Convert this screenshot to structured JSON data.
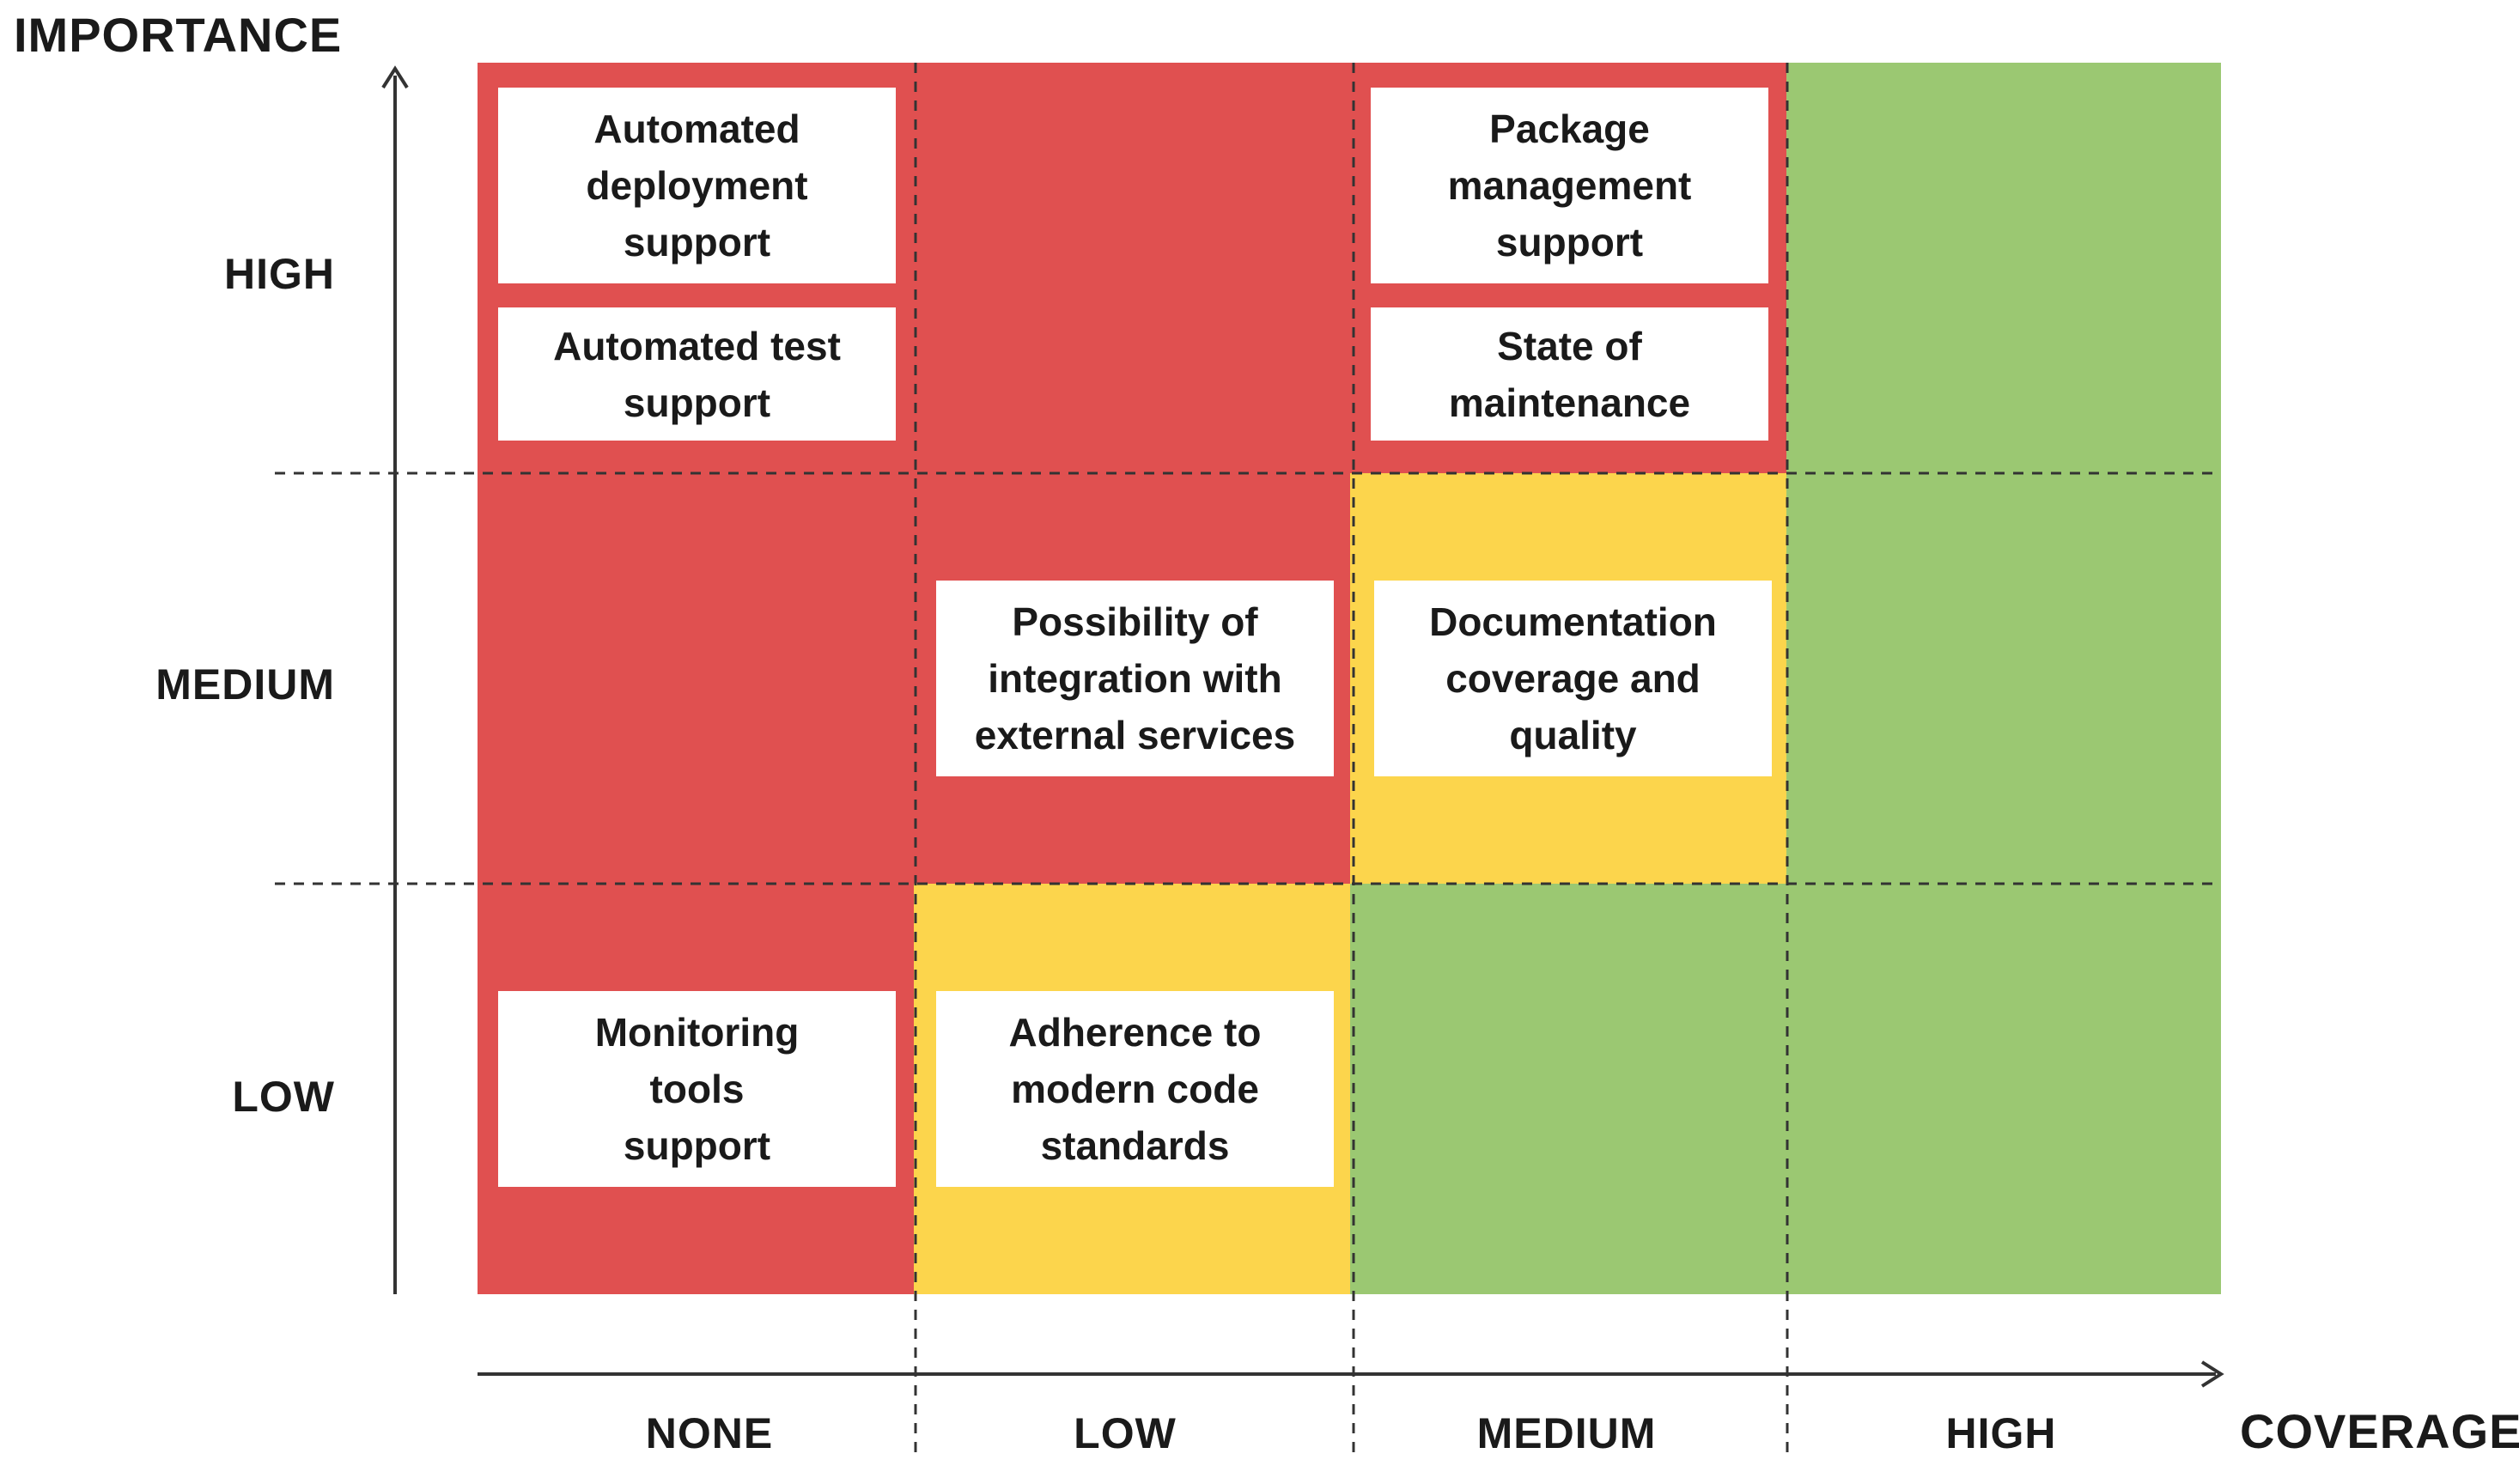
{
  "y_axis": {
    "title": "IMPORTANCE"
  },
  "x_axis": {
    "title": "COVERAGE"
  },
  "rows": [
    {
      "label": "HIGH"
    },
    {
      "label": "MEDIUM"
    },
    {
      "label": "LOW"
    }
  ],
  "columns": [
    {
      "label": "NONE"
    },
    {
      "label": "LOW"
    },
    {
      "label": "MEDIUM"
    },
    {
      "label": "HIGH"
    }
  ],
  "colors": {
    "red": "#e05050",
    "yellow": "#fcd54c",
    "green": "#9bc872"
  },
  "cells": [
    [
      "red",
      "red",
      "red",
      "green"
    ],
    [
      "red",
      "red",
      "yellow",
      "green"
    ],
    [
      "red",
      "yellow",
      "green",
      "green"
    ]
  ],
  "cards": [
    {
      "text": "Automated\ndeployment\nsupport",
      "importance": "HIGH",
      "coverage": "NONE"
    },
    {
      "text": "Automated test\nsupport",
      "importance": "HIGH",
      "coverage": "NONE"
    },
    {
      "text": "Package\nmanagement\nsupport",
      "importance": "HIGH",
      "coverage": "MEDIUM"
    },
    {
      "text": "State of\nmaintenance",
      "importance": "HIGH",
      "coverage": "MEDIUM"
    },
    {
      "text": "Possibility of\nintegration with\nexternal services",
      "importance": "MEDIUM",
      "coverage": "LOW"
    },
    {
      "text": "Documentation\ncoverage and\nquality",
      "importance": "MEDIUM",
      "coverage": "MEDIUM"
    },
    {
      "text": "Monitoring\ntools\nsupport",
      "importance": "LOW",
      "coverage": "NONE"
    },
    {
      "text": "Adherence to\nmodern code\nstandards",
      "importance": "LOW",
      "coverage": "LOW"
    }
  ]
}
